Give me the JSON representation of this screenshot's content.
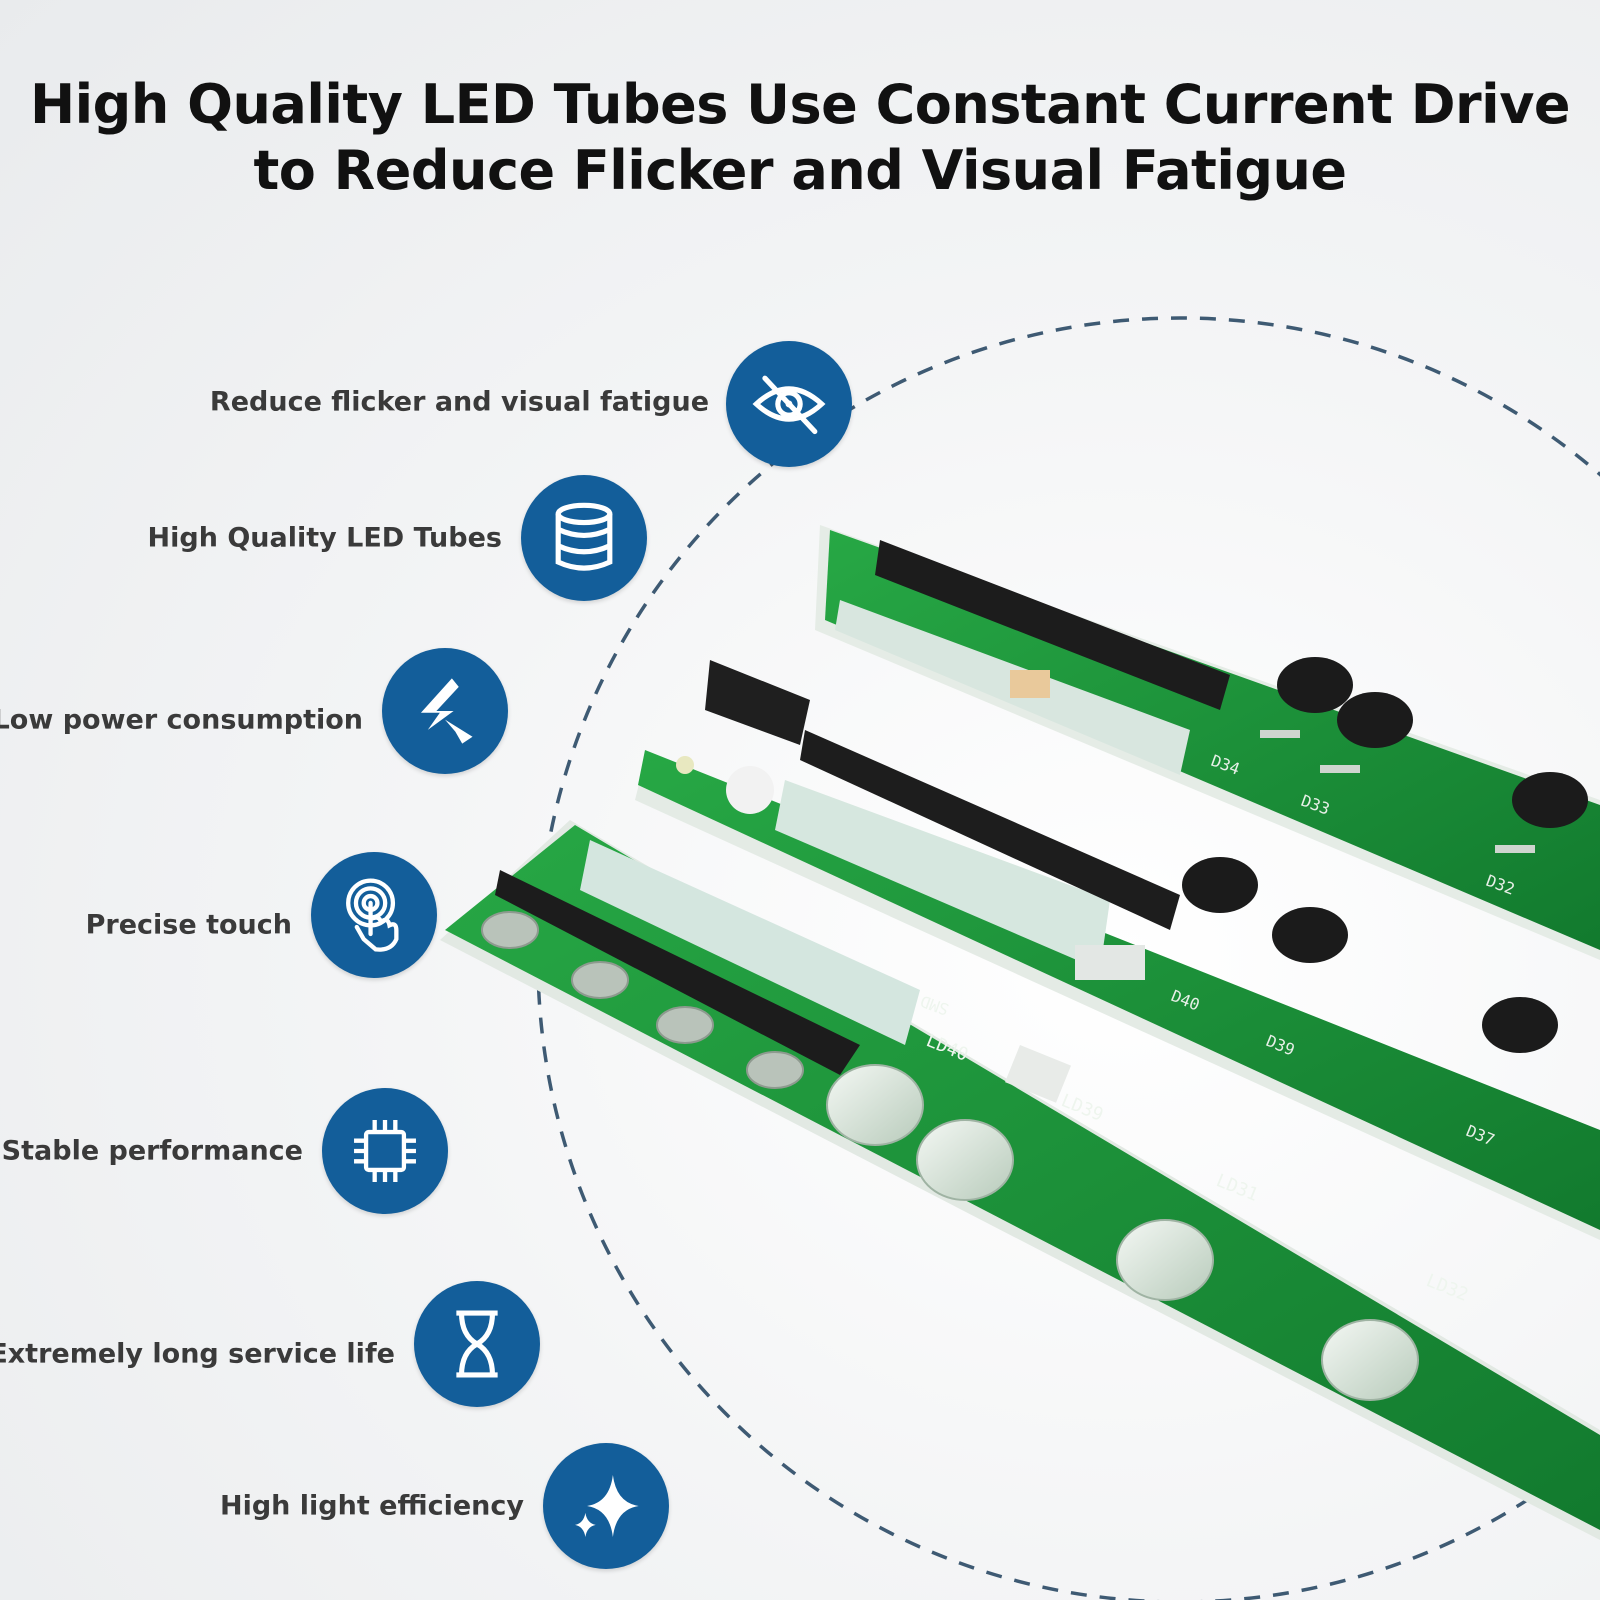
{
  "title": {
    "line1": "High Quality LED Tubes Use Constant Current Drive",
    "line2": "to Reduce Flicker and Visual Fatigue"
  },
  "colors": {
    "icon_bg": "#135e9a",
    "arc": "#3e5a73",
    "pcb_green": "#1f9a3c"
  },
  "features": [
    {
      "label": "Reduce flicker and visual fatigue",
      "icon": "eye-slash-icon"
    },
    {
      "label": "High Quality LED Tubes",
      "icon": "database-stack-icon"
    },
    {
      "label": "Low power consumption",
      "icon": "lightning-arrow-icon"
    },
    {
      "label": "Precise touch",
      "icon": "touch-hand-icon"
    },
    {
      "label": "Stable performance",
      "icon": "chip-icon"
    },
    {
      "label": "Extremely long service life",
      "icon": "hourglass-icon"
    },
    {
      "label": "High light efficiency",
      "icon": "sparkle-icon"
    }
  ],
  "board_labels": {
    "top": [
      "D34",
      "D33",
      "D32"
    ],
    "middle": [
      "D40",
      "D39",
      "D37"
    ],
    "front": [
      "LD40",
      "LD39",
      "LD31",
      "LD32",
      "SMD"
    ]
  }
}
